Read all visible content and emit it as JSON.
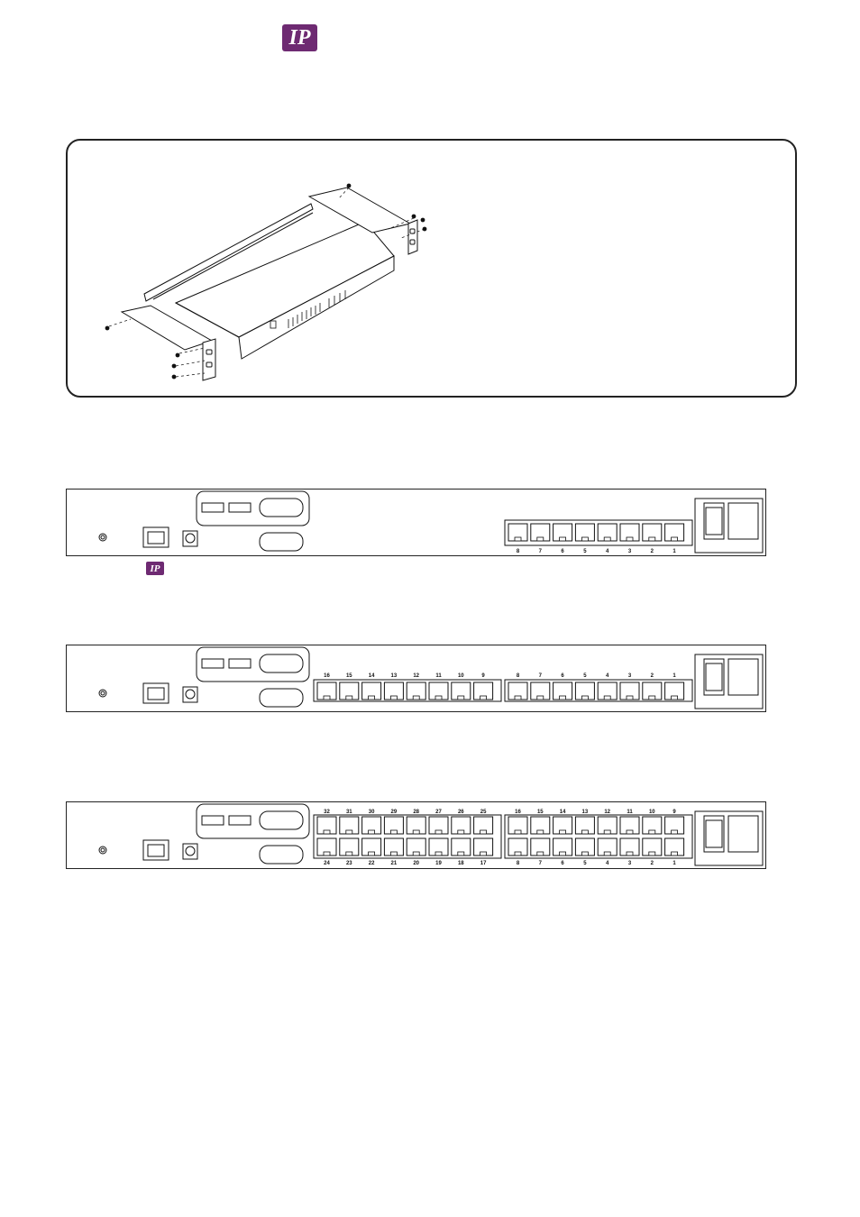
{
  "header": {
    "badge_text": "IP",
    "badge_color": "#6e2a72"
  },
  "rack_mount_figure": {
    "icon": "rack-mount-bracket-illustration"
  },
  "panels": [
    {
      "id": "kvm-8-port",
      "badge_text": "IP",
      "port_rows": [
        {
          "labels": [
            "8",
            "7",
            "6",
            "5",
            "4",
            "3",
            "2",
            "1"
          ]
        }
      ]
    },
    {
      "id": "kvm-16-port",
      "port_rows": [
        {
          "labels": [
            "16",
            "15",
            "14",
            "13",
            "12",
            "11",
            "10",
            "9",
            "8",
            "7",
            "6",
            "5",
            "4",
            "3",
            "2",
            "1"
          ]
        }
      ]
    },
    {
      "id": "kvm-32-port",
      "port_rows": [
        {
          "labels": [
            "32",
            "31",
            "30",
            "29",
            "28",
            "27",
            "26",
            "25",
            "16",
            "15",
            "14",
            "13",
            "12",
            "11",
            "10",
            "9"
          ]
        },
        {
          "labels": [
            "24",
            "23",
            "22",
            "21",
            "20",
            "19",
            "18",
            "17",
            "8",
            "7",
            "6",
            "5",
            "4",
            "3",
            "2",
            "1"
          ]
        }
      ]
    }
  ]
}
